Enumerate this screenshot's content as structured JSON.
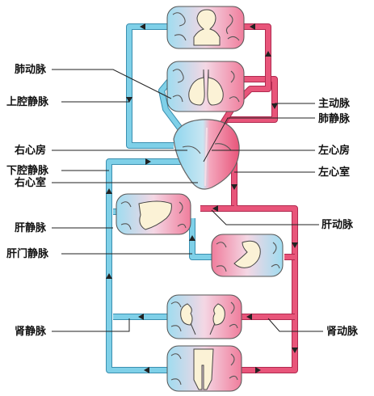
{
  "labels": {
    "pulmonary_artery": "肺动脉",
    "superior_vena_cava": "上腔静脉",
    "right_atrium": "右心房",
    "inferior_vena_cava": "下腔静脉",
    "right_ventricle": "右心室",
    "hepatic_vein": "肝静脉",
    "portal_vein": "肝门静脉",
    "renal_vein": "肾静脉",
    "aorta": "主动脉",
    "pulmonary_vein": "肺静脉",
    "left_atrium": "左心房",
    "left_ventricle": "左心室",
    "hepatic_artery": "肝动脉",
    "renal_artery": "肾动脉"
  },
  "colors": {
    "venous_blood": "#7fd0e8",
    "arterial_blood": "#e8557a",
    "organ_fill": "#fbf2d6"
  }
}
